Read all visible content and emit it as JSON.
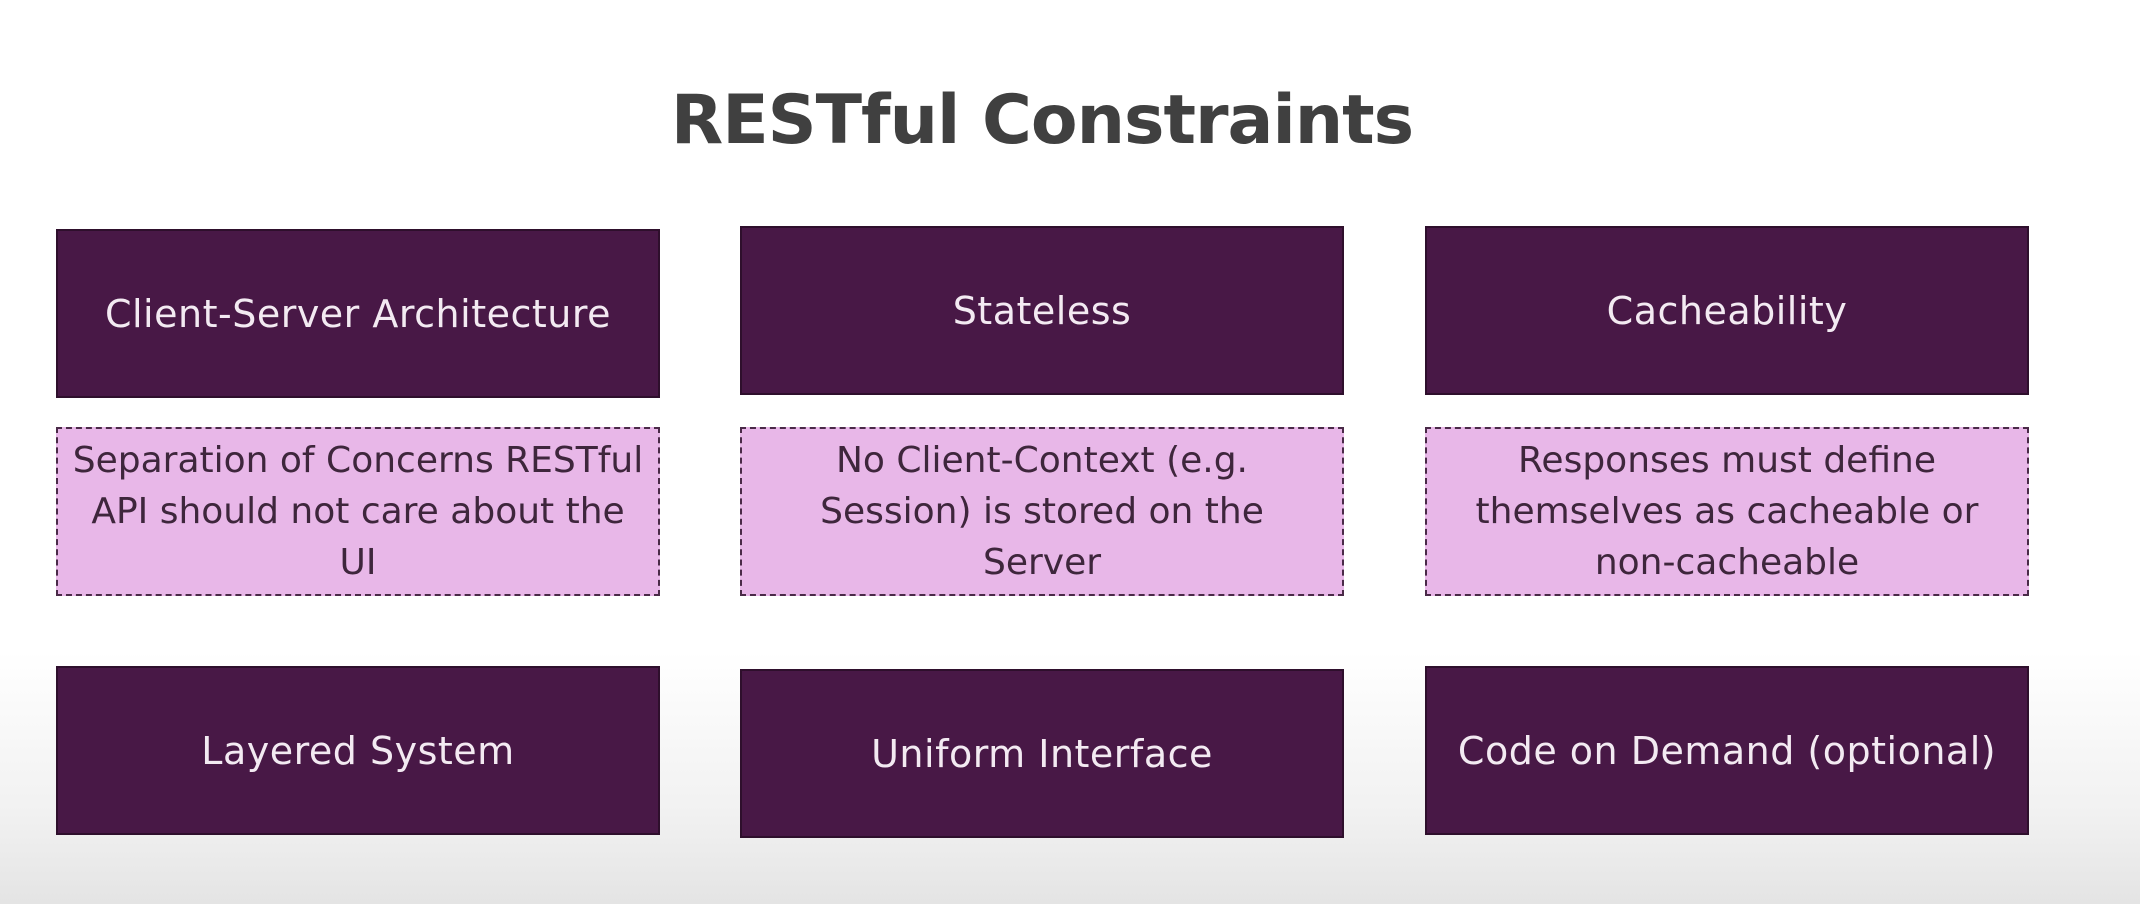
{
  "title": "RESTful Constraints",
  "constraints": [
    {
      "name": "Client-Server Architecture",
      "description": "Separation of Concerns RESTful API should not care about the UI"
    },
    {
      "name": "Stateless",
      "description": "No Client-Context (e.g. Session) is stored on the Server"
    },
    {
      "name": "Cacheability",
      "description": "Responses must define themselves as cacheable or non-cacheable"
    },
    {
      "name": "Layered System"
    },
    {
      "name": "Uniform Interface"
    },
    {
      "name": "Code on Demand (optional)"
    }
  ],
  "colors": {
    "header_fill": "#481846",
    "description_fill": "#e8b7e8",
    "title_text": "#404040"
  }
}
